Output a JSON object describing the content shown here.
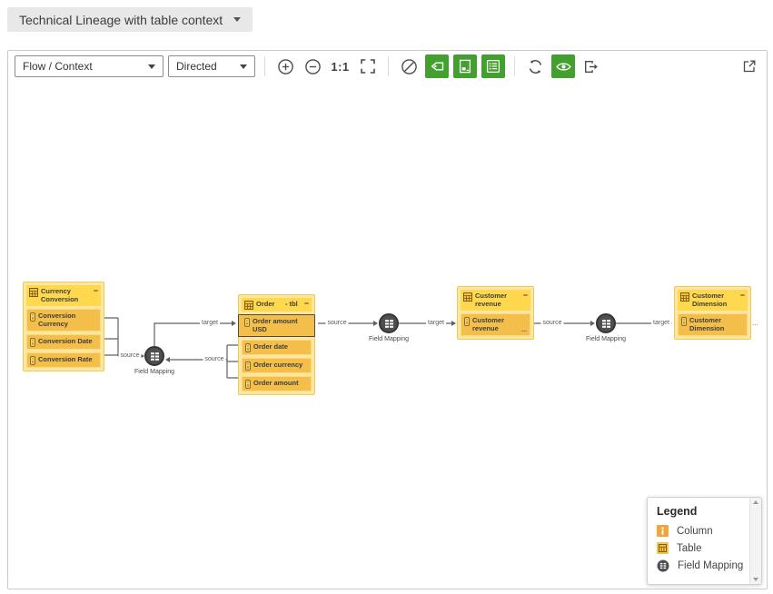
{
  "header": {
    "title": "Technical Lineage with table context"
  },
  "toolbar": {
    "flow_select": {
      "value": "Flow / Context"
    },
    "direction_select": {
      "value": "Directed"
    },
    "zoom_ratio": "1:1"
  },
  "canvas": {
    "collapse_glyph": "−",
    "ellipsis": "...",
    "edge_labels": {
      "source": "source",
      "target": "target"
    },
    "field_mapping_label": "Field Mapping",
    "nodes": {
      "currency_conversion": {
        "title": "Currency Conversion",
        "columns": [
          "Conversion Currency",
          "Conversion Date",
          "Conversion Rate"
        ]
      },
      "order": {
        "title": "Order",
        "title_suffix": "- tbl",
        "columns": [
          "Order amount USD",
          "Order date",
          "Order currency",
          "Order amount"
        ]
      },
      "customer_revenue": {
        "title": "Customer revenue",
        "columns": [
          "Customer revenue"
        ]
      },
      "customer_dimension": {
        "title": "Customer Dimension",
        "columns": [
          "Customer Dimension"
        ]
      }
    },
    "edges": [
      {
        "from": "Conversion Currency / Conversion Date / Conversion Rate",
        "to": "Field Mapping",
        "label": "source"
      },
      {
        "from": "Field Mapping",
        "to": "Order amount USD",
        "label": "target"
      },
      {
        "from": "Order date / Order currency / Order amount",
        "to": "Field Mapping",
        "label": "source"
      },
      {
        "from": "Order amount USD",
        "to": "Field Mapping",
        "label": "source"
      },
      {
        "from": "Field Mapping",
        "to": "Customer revenue",
        "label": "target"
      },
      {
        "from": "Customer revenue",
        "to": "Field Mapping",
        "label": "source"
      },
      {
        "from": "Field Mapping",
        "to": "Customer Dimension",
        "label": "target"
      }
    ]
  },
  "legend": {
    "title": "Legend",
    "items": [
      {
        "label": "Column"
      },
      {
        "label": "Table"
      },
      {
        "label": "Field Mapping"
      }
    ]
  },
  "colors": {
    "accent_green": "#43a02f",
    "node_header_yellow": "#ffd84d",
    "node_column_orange": "#f3be4a",
    "node_background": "#fbe7a3",
    "field_mapping_gray": "#4f4f4f",
    "edge_gray": "#606060",
    "legend_column_icon": "#f0a63c",
    "legend_table_icon": "#f6c545"
  }
}
